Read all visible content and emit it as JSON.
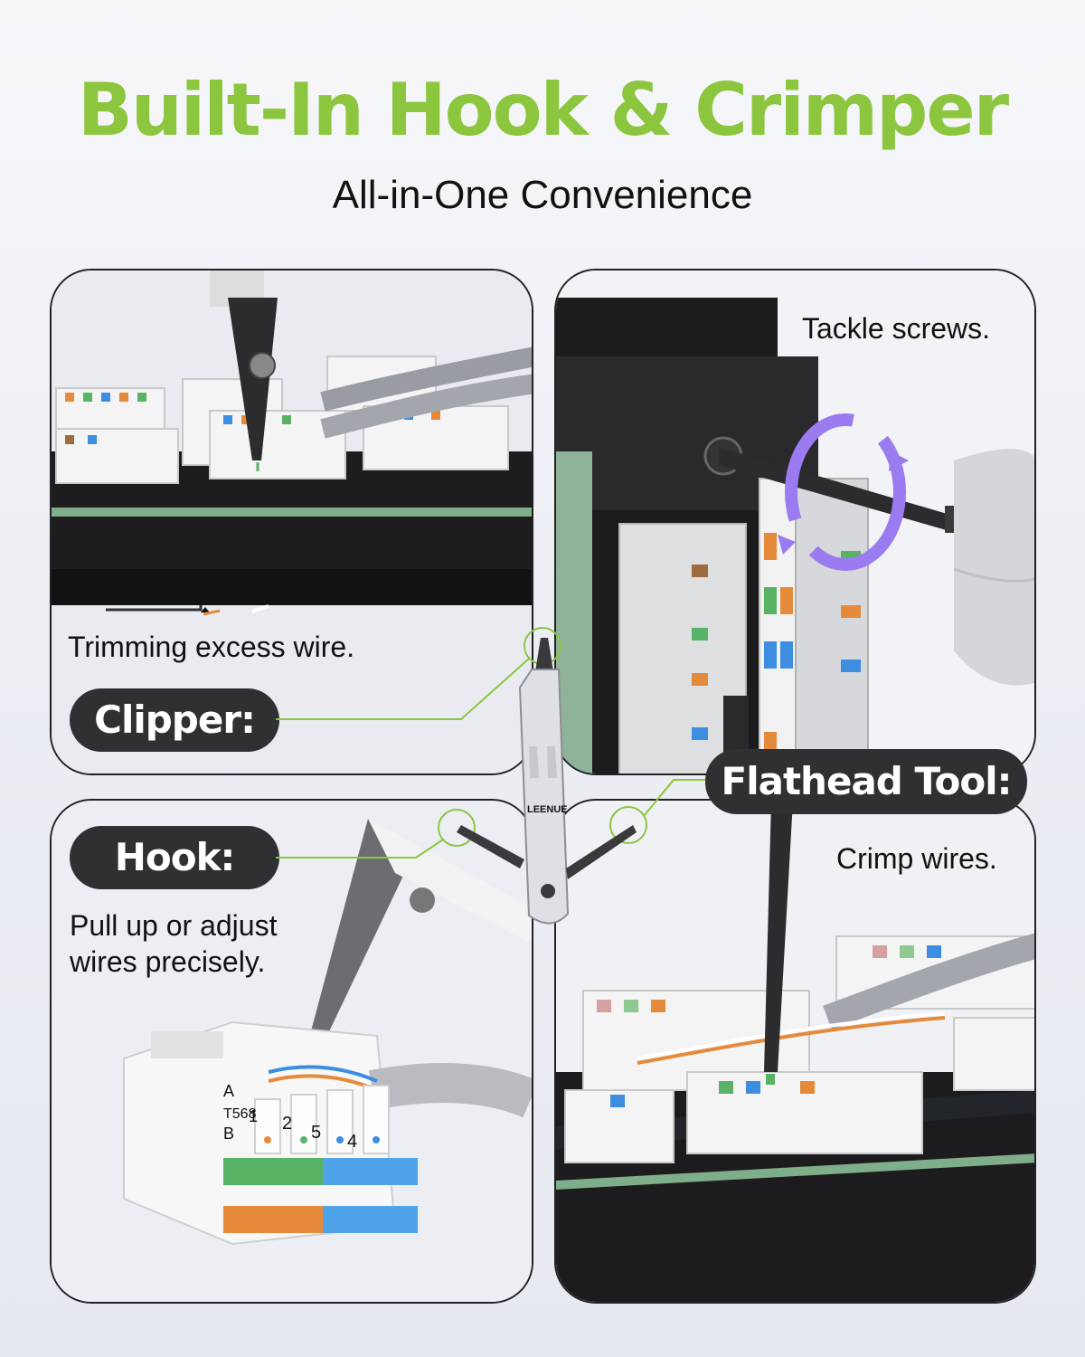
{
  "header": {
    "title": "Built-In Hook & Crimper",
    "subtitle": "All-in-One Convenience"
  },
  "colors": {
    "accent_green": "#8cc63f",
    "pill_dark": "#2f3032",
    "panel_border": "#222222",
    "purple_arrow": "#9b7bf0",
    "callout_line": "#8cc63f"
  },
  "panels": {
    "clipper": {
      "label": "Clipper:",
      "description": "Trimming excess wire."
    },
    "flathead": {
      "label": "Flathead Tool:",
      "description": "Tackle screws.",
      "caption": "Crimp wires."
    },
    "hook": {
      "label": "Hook:",
      "description": "Pull up or adjust wires precisely."
    }
  },
  "tool": {
    "brand": "LEENUE",
    "icon": "punch-down-tool-icon"
  },
  "jack_labels": {
    "row_a": "A",
    "row_b": "B",
    "standard": "T568",
    "pins": [
      "1",
      "2",
      "5",
      "4"
    ]
  }
}
